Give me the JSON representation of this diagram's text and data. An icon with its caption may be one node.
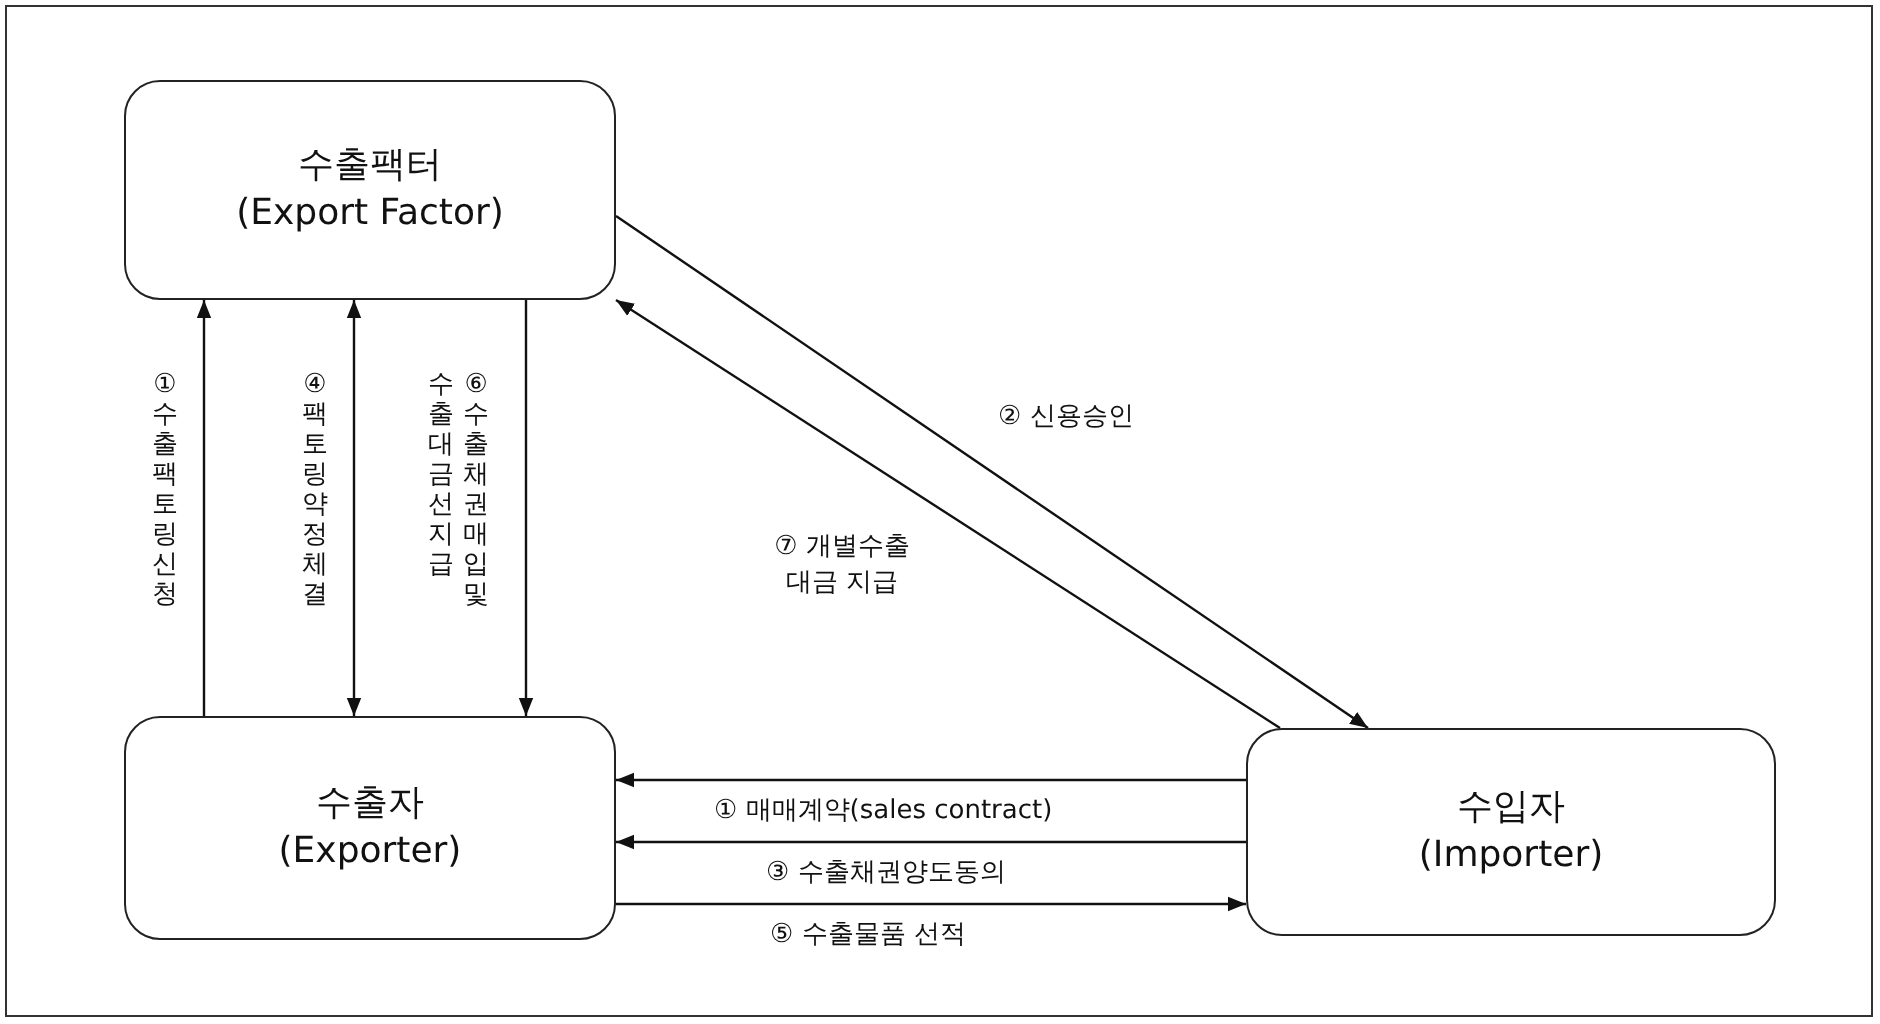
{
  "diagram": {
    "nodes": [
      {
        "text": [
          "수출팩터",
          "(Export Factor)"
        ]
      },
      {
        "text": [
          "수출자",
          "(Exporter)"
        ]
      },
      {
        "text": [
          "수입자",
          "(Importer)"
        ]
      }
    ],
    "edges": [
      {
        "from": 1,
        "to": 0,
        "arrow": "to",
        "label": "① 수출팩토링 신청"
      },
      {
        "from": 0,
        "to": 1,
        "arrow": "both",
        "label": "④ 팩토링 약정체결"
      },
      {
        "from": 0,
        "to": 1,
        "arrow": "to",
        "label": "⑥ 수출채권매입 및 수출대금 선지급"
      },
      {
        "from": 0,
        "to": 2,
        "arrow": "to",
        "label": "② 신용승인"
      },
      {
        "from": 2,
        "to": 0,
        "arrow": "to",
        "label": "⑦ 개별수출 대금 지급"
      },
      {
        "from": 2,
        "to": 1,
        "arrow": "to",
        "label": "① 매매계약(sales contract)"
      },
      {
        "from": 2,
        "to": 1,
        "arrow": "to",
        "label": "③ 수출채권양도동의"
      },
      {
        "from": 1,
        "to": 2,
        "arrow": "to",
        "label": "⑤ 수출물품 선적"
      }
    ]
  }
}
